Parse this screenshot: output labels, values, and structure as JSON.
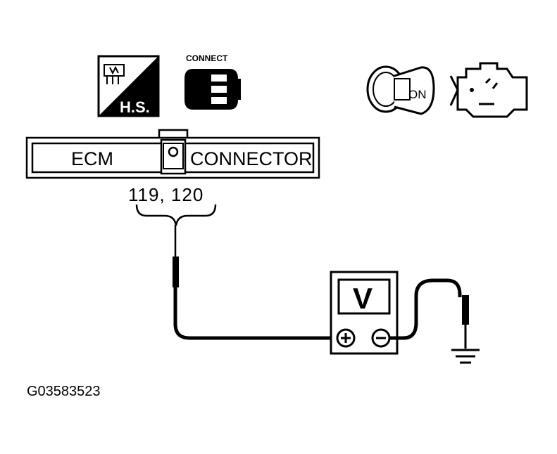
{
  "harness_icon": {
    "label": "H.S.",
    "icon": "harness-connector-icon"
  },
  "connect_icon": {
    "label": "CONNECT",
    "icon": "connector-plug-icon"
  },
  "ignition_icon": {
    "label": "ON",
    "icon": "ignition-key-icon"
  },
  "engine_icon": {
    "icon": "engine-icon"
  },
  "ecm_connector": {
    "left_label": "ECM",
    "right_label": "CONNECTOR",
    "pins": "119, 120"
  },
  "voltmeter": {
    "display": "V",
    "positive_terminal": "+",
    "negative_terminal": "−"
  },
  "ground": {
    "icon": "ground-symbol-icon"
  },
  "figure_code": "G03583523"
}
